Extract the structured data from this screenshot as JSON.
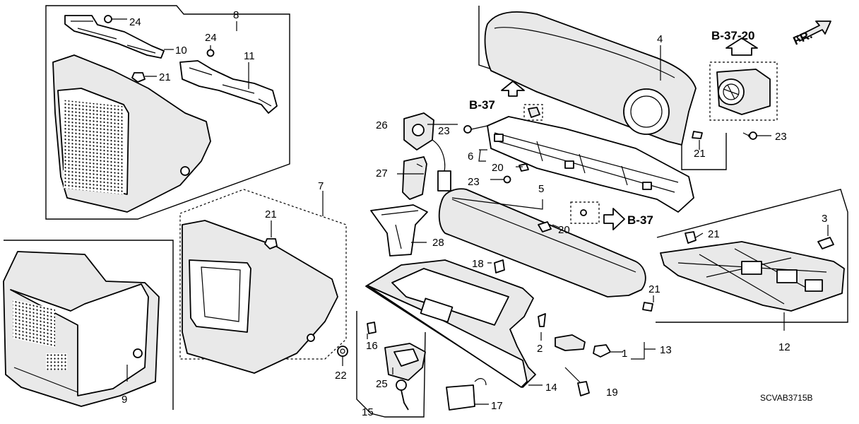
{
  "callouts": {
    "c1": "1",
    "c2": "2",
    "c3": "3",
    "c4": "4",
    "c5": "5",
    "c6": "6",
    "c7": "7",
    "c8": "8",
    "c9": "9",
    "c10": "10",
    "c11": "11",
    "c12": "12",
    "c13": "13",
    "c14": "14",
    "c15": "15",
    "c16": "16",
    "c17": "17",
    "c18": "18",
    "c19": "19",
    "c20a": "20",
    "c20b": "20",
    "c21a": "21",
    "c21b": "21",
    "c21c": "21",
    "c21d": "21",
    "c21e": "21",
    "c22": "22",
    "c23a": "23",
    "c23b": "23",
    "c23c": "23",
    "c24a": "24",
    "c24b": "24",
    "c25": "25",
    "c26": "26",
    "c27": "27",
    "c28": "28"
  },
  "references": {
    "b37_upper": "B-37",
    "b37_lower": "B-37",
    "b3720": "B-37-20"
  },
  "direction": {
    "label": "FR."
  },
  "diagram_code": "SCVAB3715B"
}
